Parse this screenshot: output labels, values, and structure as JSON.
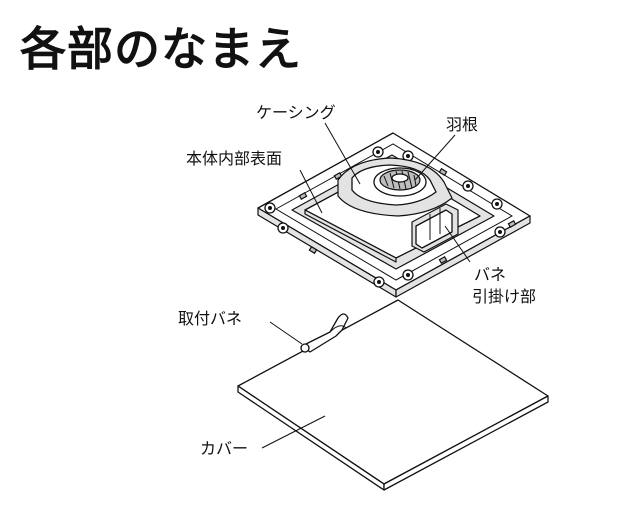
{
  "title": "各部のなまえ",
  "labels": {
    "casing": "ケーシング",
    "body_inner": "本体内部表面",
    "fan": "羽根",
    "spring_hook_line1": "バネ",
    "spring_hook_line2": "引掛け部",
    "mount_spring": "取付バネ",
    "cover": "カバー"
  }
}
